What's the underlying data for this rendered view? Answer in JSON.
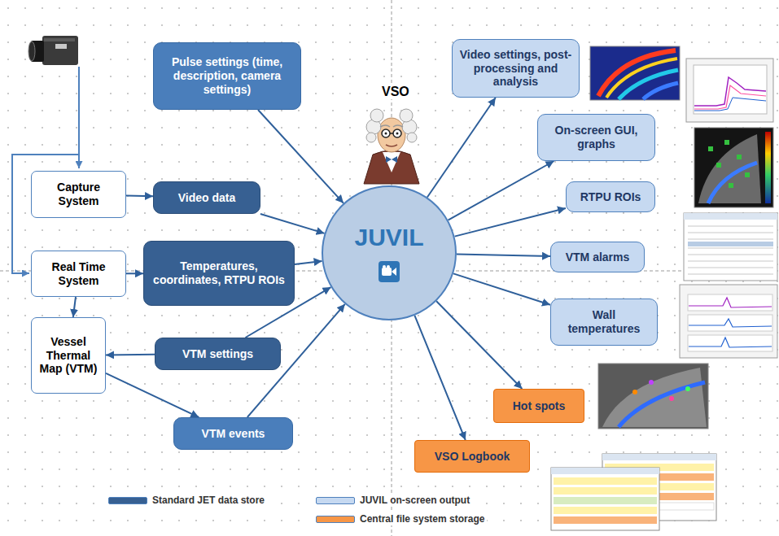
{
  "diagram": {
    "nodes": [
      {
        "text": [
          "Pulse settings (time, description, camera settings)"
        ]
      },
      {
        "text": [
          "Capture System"
        ]
      },
      {
        "text": [
          "Video data"
        ]
      },
      {
        "text": [
          "JUVIL"
        ]
      },
      {
        "text": [
          "Real Time System"
        ]
      },
      {
        "text": [
          "Temperatures, coordinates, RTPU ROIs"
        ]
      },
      {
        "text": [
          "Vessel Thermal Map (VTM)"
        ]
      },
      {
        "text": [
          "VTM settings"
        ]
      },
      {
        "text": [
          "VTM events"
        ]
      },
      {
        "text": [
          "Video settings, post-processing and analysis"
        ]
      },
      {
        "text": [
          "On-screen GUI, graphs"
        ]
      },
      {
        "text": [
          "RTPU ROIs"
        ]
      },
      {
        "text": [
          "VTM alarms"
        ]
      },
      {
        "text": [
          "Wall temperatures"
        ]
      },
      {
        "text": [
          "Hot spots"
        ]
      },
      {
        "text": [
          "VSO Logbook"
        ]
      }
    ],
    "edges": [
      {
        "from": 0,
        "to": 3,
        "arrow": "to"
      },
      {
        "from": 1,
        "to": 2,
        "arrow": "to"
      },
      {
        "from": 2,
        "to": 3,
        "arrow": "to"
      },
      {
        "from": 4,
        "to": 5,
        "arrow": "to"
      },
      {
        "from": 5,
        "to": 3,
        "arrow": "to"
      },
      {
        "from": 4,
        "to": 6,
        "arrow": "to"
      },
      {
        "from": 7,
        "to": 6,
        "arrow": "to"
      },
      {
        "from": 7,
        "to": 3,
        "arrow": "to"
      },
      {
        "from": 6,
        "to": 8,
        "arrow": "to"
      },
      {
        "from": 8,
        "to": 3,
        "arrow": "to"
      },
      {
        "from": 3,
        "to": 9,
        "arrow": "to"
      },
      {
        "from": 3,
        "to": 10,
        "arrow": "to"
      },
      {
        "from": 3,
        "to": 11,
        "arrow": "to"
      },
      {
        "from": 3,
        "to": 12,
        "arrow": "to"
      },
      {
        "from": 3,
        "to": 13,
        "arrow": "to"
      },
      {
        "from": 3,
        "to": 14,
        "arrow": "to"
      },
      {
        "from": 3,
        "to": 15,
        "arrow": "to"
      }
    ],
    "labels": [
      "VSO"
    ],
    "legend": [
      {
        "text": "Standard JET data store",
        "color": "#376092"
      },
      {
        "text": "JUVIL on-screen output",
        "color": "#c6d9f1"
      },
      {
        "text": "Central file system storage",
        "color": "#f79646"
      }
    ]
  }
}
